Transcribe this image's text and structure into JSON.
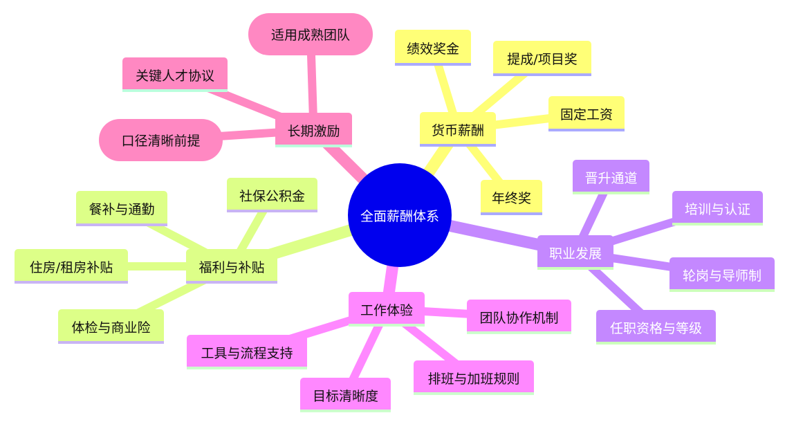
{
  "center": {
    "label": "全面薪酬体系",
    "color": "#0000ee"
  },
  "branches": [
    {
      "label": "长期激励",
      "color": "#ff88c2",
      "underline": "#bbffdd",
      "text_color": "#111111",
      "children": [
        "适用成熟团队",
        "关键人才协议",
        "口径清晰前提"
      ]
    },
    {
      "label": "货币薪酬",
      "color": "#ffff77",
      "underline": "#aaaaff",
      "text_color": "#111111",
      "children": [
        "绩效奖金",
        "提成/项目奖",
        "固定工资",
        "年终奖"
      ]
    },
    {
      "label": "职业发展",
      "color": "#c488ff",
      "underline": "#ccffbb",
      "text_color": "#ffffff",
      "children": [
        "晋升通道",
        "培训与认证",
        "轮岗与导师制",
        "任职资格与等级"
      ]
    },
    {
      "label": "福利与补贴",
      "color": "#ddff88",
      "underline": "#c8b4f4",
      "text_color": "#111111",
      "children": [
        "社保公积金",
        "餐补与通勤",
        "住房/租房补贴",
        "体检与商业险"
      ]
    },
    {
      "label": "工作体验",
      "color": "#ff88ff",
      "underline": "#ccffcc",
      "text_color": "#111111",
      "children": [
        "团队协作机制",
        "工具与流程支持",
        "排班与加班规则",
        "目标清晰度"
      ]
    }
  ]
}
